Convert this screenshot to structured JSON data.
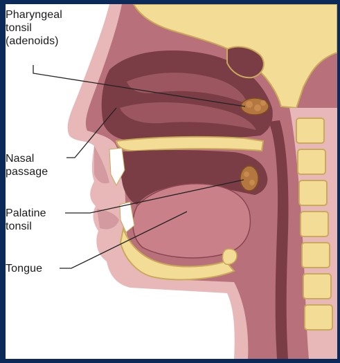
{
  "labels": {
    "pharyngeal": "Pharyngeal\ntonsil\n(adenoids)",
    "nasal": "Nasal\npassage",
    "palatine": "Palatine\ntonsil",
    "tongue": "Tongue"
  },
  "colors": {
    "background": "#0b2a5a",
    "canvas": "#ffffff",
    "tissue": "#b8707a",
    "tissue_dark": "#8a4650",
    "cavity": "#7a3d46",
    "bone": "#f3dc96",
    "bone_outline": "#c9a95a",
    "tonsil": "#b4773f",
    "skin": "#e8b7b7",
    "leader_line": "#222222"
  }
}
